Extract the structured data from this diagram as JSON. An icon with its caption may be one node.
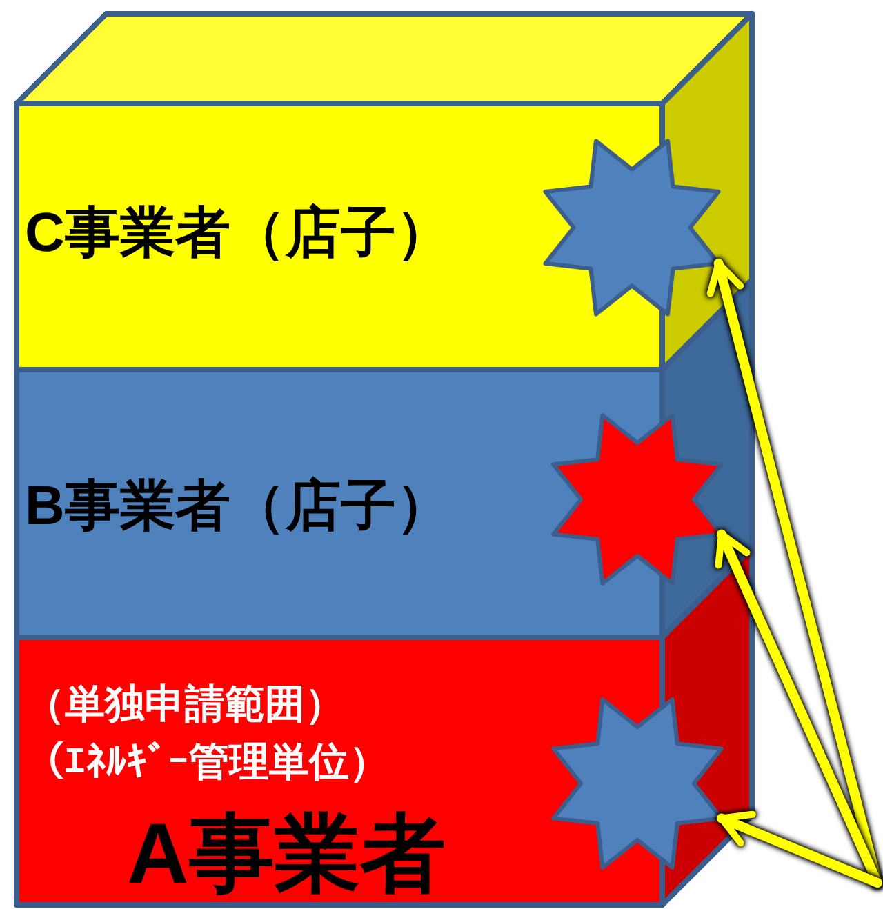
{
  "diagram": {
    "nodes": [
      {
        "text": [
          "C事業者（店子）"
        ]
      },
      {
        "text": [],
        "shape": "star"
      },
      {
        "text": [
          "B事業者（店子）"
        ]
      },
      {
        "text": [],
        "shape": "star"
      },
      {
        "text": [
          "（単独申請範囲）",
          "（ｴﾈﾙｷﾞｰ管理単位）",
          "A事業者"
        ]
      },
      {
        "text": [],
        "shape": "star"
      }
    ],
    "edges": [
      {
        "from": null,
        "to": 1,
        "arrow": "to"
      },
      {
        "from": null,
        "to": 3,
        "arrow": "to"
      },
      {
        "from": null,
        "to": 5,
        "arrow": "to"
      }
    ]
  }
}
